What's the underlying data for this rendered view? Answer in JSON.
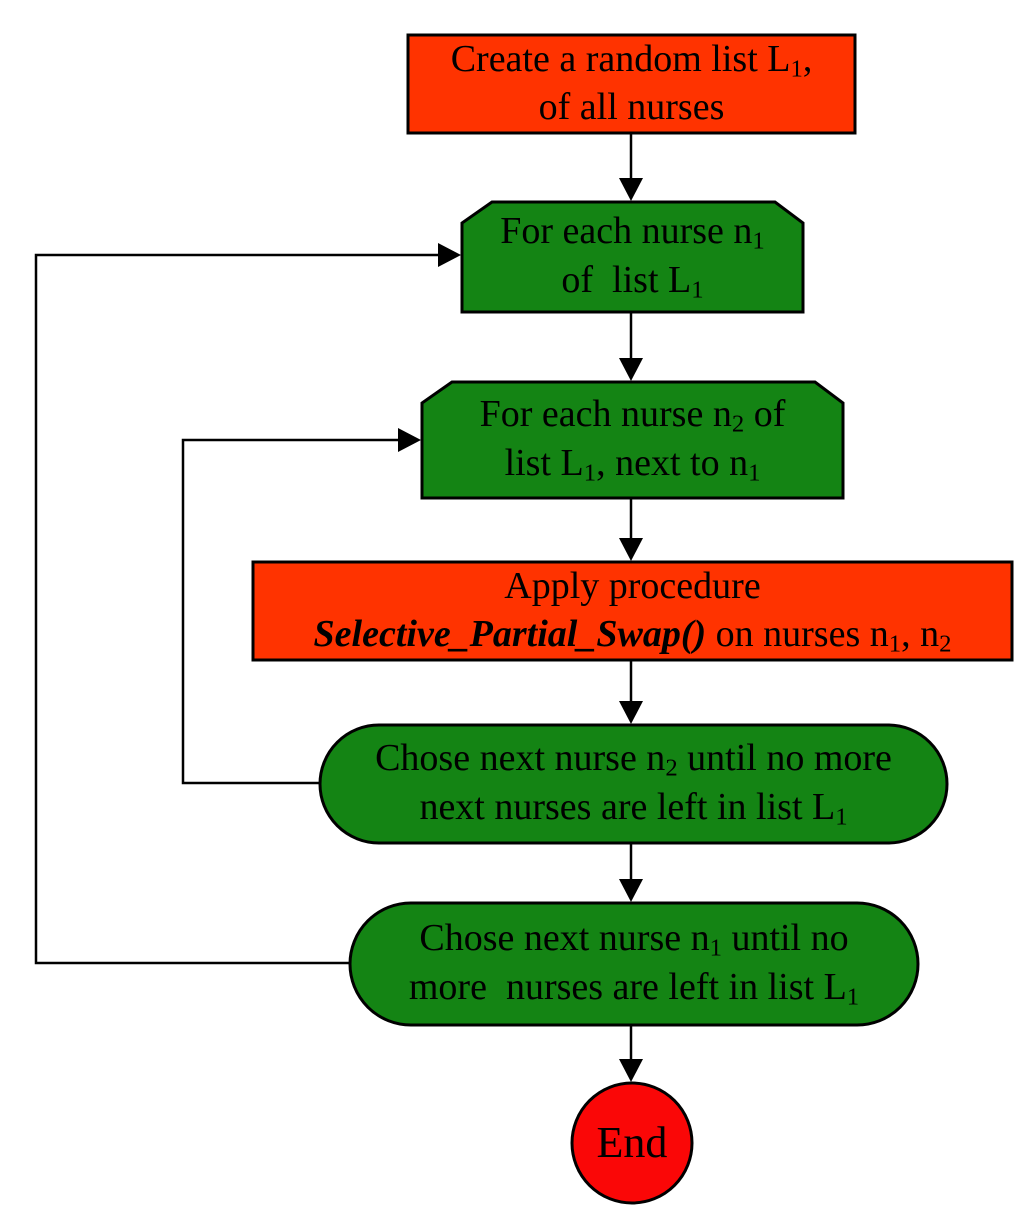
{
  "diagram_type": "flowchart",
  "colors": {
    "process_fill": "#FF3300",
    "loop_fill": "#148414",
    "end_fill": "#FA0707",
    "stroke": "#000000",
    "arrow": "#000000",
    "background": "#FFFFFF",
    "text": "#000000"
  },
  "nodes": [
    {
      "id": "create-list",
      "shape": "rectangle",
      "fill": "#FF3300",
      "lines": [
        [
          {
            "t": "Create a random list L"
          },
          {
            "t": "1",
            "sub": true
          },
          {
            "t": ","
          }
        ],
        [
          {
            "t": "of all nurses"
          }
        ]
      ]
    },
    {
      "id": "for-each-n1",
      "shape": "loop-limit",
      "fill": "#148414",
      "lines": [
        [
          {
            "t": "For each nurse n"
          },
          {
            "t": "1",
            "sub": true
          }
        ],
        [
          {
            "t": "of  list L"
          },
          {
            "t": "1",
            "sub": true
          }
        ]
      ]
    },
    {
      "id": "for-each-n2",
      "shape": "loop-limit",
      "fill": "#148414",
      "lines": [
        [
          {
            "t": "For each nurse n"
          },
          {
            "t": "2",
            "sub": true
          },
          {
            "t": " of"
          }
        ],
        [
          {
            "t": "list L"
          },
          {
            "t": "1",
            "sub": true
          },
          {
            "t": ", next to n"
          },
          {
            "t": "1",
            "sub": true
          }
        ]
      ]
    },
    {
      "id": "apply-swap",
      "shape": "rectangle",
      "fill": "#FF3300",
      "lines": [
        [
          {
            "t": "Apply procedure"
          }
        ],
        [
          {
            "t": "Selective_Partial_Swap()",
            "em": true
          },
          {
            "t": " on nurses n"
          },
          {
            "t": "1",
            "sub": true
          },
          {
            "t": ", n"
          },
          {
            "t": "2",
            "sub": true
          }
        ]
      ]
    },
    {
      "id": "next-n2",
      "shape": "stadium",
      "fill": "#148414",
      "lines": [
        [
          {
            "t": "Chose next nurse n"
          },
          {
            "t": "2",
            "sub": true
          },
          {
            "t": " until no more"
          }
        ],
        [
          {
            "t": "next nurses are left in list L"
          },
          {
            "t": "1",
            "sub": true
          }
        ]
      ]
    },
    {
      "id": "next-n1",
      "shape": "stadium",
      "fill": "#148414",
      "lines": [
        [
          {
            "t": "Chose next nurse n"
          },
          {
            "t": "1",
            "sub": true
          },
          {
            "t": " until no"
          }
        ],
        [
          {
            "t": "more  nurses are left in list L"
          },
          {
            "t": "1",
            "sub": true
          }
        ]
      ]
    },
    {
      "id": "end",
      "shape": "circle",
      "fill": "#FA0707",
      "lines": [
        [
          {
            "t": "End"
          }
        ]
      ]
    }
  ],
  "edges": [
    {
      "from": "create-list",
      "to": "for-each-n1",
      "type": "down"
    },
    {
      "from": "for-each-n1",
      "to": "for-each-n2",
      "type": "down"
    },
    {
      "from": "for-each-n2",
      "to": "apply-swap",
      "type": "down"
    },
    {
      "from": "apply-swap",
      "to": "next-n2",
      "type": "down"
    },
    {
      "from": "next-n2",
      "to": "for-each-n2",
      "type": "loop-back-left"
    },
    {
      "from": "next-n2",
      "to": "next-n1",
      "type": "down"
    },
    {
      "from": "next-n1",
      "to": "for-each-n1",
      "type": "loop-back-left"
    },
    {
      "from": "next-n1",
      "to": "end",
      "type": "down"
    }
  ]
}
